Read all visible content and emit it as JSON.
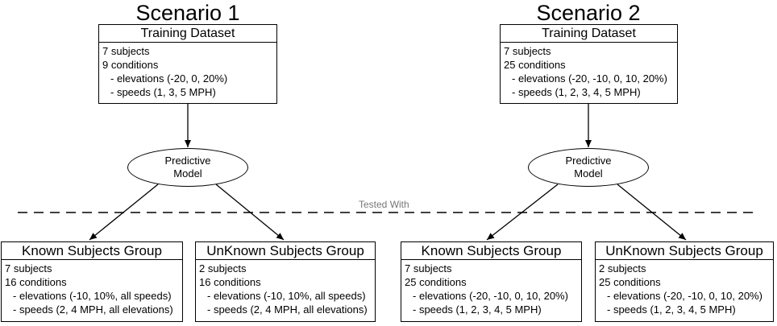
{
  "scenarios": [
    {
      "title": "Scenario 1",
      "training": {
        "heading": "Training Dataset",
        "lines": [
          "7 subjects",
          "9 conditions"
        ],
        "sub": [
          "- elevations (-20, 0, 20%)",
          "- speeds (1, 3, 5 MPH)"
        ]
      },
      "model": [
        "Predictive",
        "Model"
      ],
      "known": {
        "heading": "Known Subjects Group",
        "lines": [
          "7 subjects",
          "16 conditions"
        ],
        "sub": [
          "- elevations (-10, 10%, all speeds)",
          "- speeds (2, 4 MPH, all elevations)"
        ]
      },
      "unknown": {
        "heading": "UnKnown Subjects Group",
        "lines": [
          "2 subjects",
          "16 conditions"
        ],
        "sub": [
          "- elevations (-10, 10%, all speeds)",
          "- speeds (2, 4 MPH, all elevations)"
        ]
      }
    },
    {
      "title": "Scenario 2",
      "training": {
        "heading": "Training Dataset",
        "lines": [
          "7 subjects",
          "25 conditions"
        ],
        "sub": [
          "- elevations (-20, -10, 0, 10, 20%)",
          "- speeds (1, 2, 3, 4, 5 MPH)"
        ]
      },
      "model": [
        "Predictive",
        "Model"
      ],
      "known": {
        "heading": "Known Subjects Group",
        "lines": [
          "7 subjects",
          "25 conditions"
        ],
        "sub": [
          "- elevations (-20, -10, 0, 10, 20%)",
          "- speeds (1, 2, 3, 4, 5 MPH)"
        ]
      },
      "unknown": {
        "heading": "UnKnown Subjects Group",
        "lines": [
          "2 subjects",
          "25 conditions"
        ],
        "sub": [
          "- elevations (-20, -10, 0, 10, 20%)",
          "- speeds (1, 2, 3, 4, 5 MPH)"
        ]
      }
    }
  ],
  "divider_label": "Tested With"
}
